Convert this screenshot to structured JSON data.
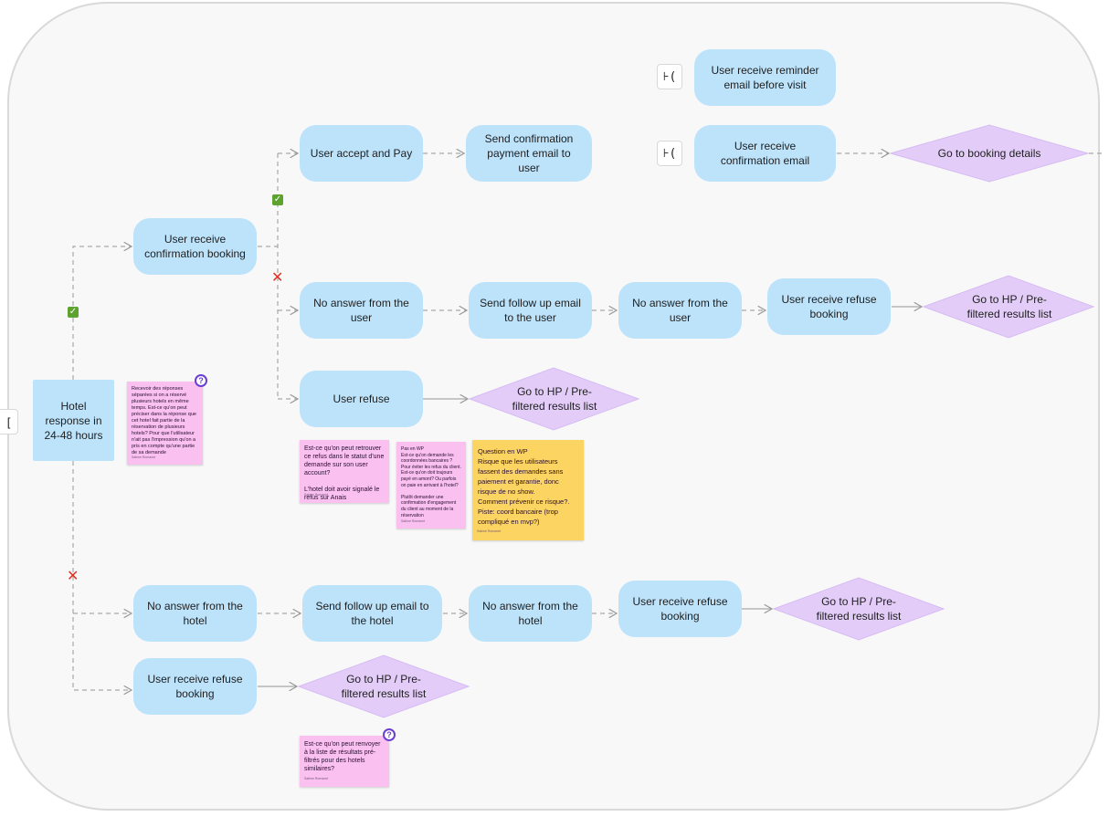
{
  "nodes": {
    "hotel_response": "Hotel response in 24-48 hours",
    "user_receive_confirmation_booking": "User receive confirmation booking",
    "user_accept_pay": "User accept and Pay",
    "send_confirmation_payment": "Send confirmation payment email to user",
    "user_receive_reminder": "User receive reminder email before visit",
    "user_receive_confirmation_email": "User receive confirmation email",
    "go_booking_details": "Go to booking details",
    "no_answer_user_1": "No answer from the user",
    "send_follow_up_user": "Send follow up email to the user",
    "no_answer_user_2": "No answer from the user",
    "user_receive_refuse_1": "User receive refuse booking",
    "go_hp_1": "Go to HP / Pre-filtered results list",
    "user_refuse": "User refuse",
    "go_hp_2": "Go to HP / Pre-filtered results list",
    "no_answer_hotel_1": "No answer from the hotel",
    "send_follow_up_hotel": "Send follow up email to the hotel",
    "no_answer_hotel_2": "No answer from the hotel",
    "user_receive_refuse_2": "User receive refuse booking",
    "go_hp_3": "Go to HP / Pre-filtered results list",
    "user_receive_refuse_3": "User receive refuse booking",
    "go_hp_4": "Go to HP / Pre-filtered results list"
  },
  "stickies": {
    "note_hotels": "Recevoir des réponses séparées si on a réservé plusieurs hotels en même temps. Est-ce qu'on peut préciser dans la réponse que cet hotel fait partie de la réservation de plusieurs hotels? Pour que l'utilisateur n'ait pas l'impression qu'on a pris en compte qu'une partie de sa demande",
    "note_hotels_author": "Sabine Romanet",
    "note_refus": "Est-ce qu'on peut retrouver ce refus dans le statut d'une demande sur son user account?\n\nL'hotel doit avoir signalé le refus sur Anais",
    "note_refus_author": "Sabine Romanet",
    "note_wp": "Pas en WP\nEst-ce qu'on demande les coordonnées bancaires ? Pour éviter les refus du client.\nEst-ce qu'on doit toujours payé en amont? Ou parfois on paie en arrivant à l'hotel?\n\nPlutôt demander une confirmation d'engagement du client au moment de la réservation",
    "note_wp_author": "Sabine Romanet",
    "note_question": "Question en WP\nRisque que les utilisateurs fassent des demandes sans paiement et garantie, donc risque de no show.\nComment prévenir ce risque?.\nPiste: coord bancaire (trop compliqué en mvp?)",
    "note_question_author": "Sabine Romanet",
    "note_similar": "Est-ce qu'on peut renvoyer à la liste de résultats pré-filtrés pour des hotels similaires?",
    "note_similar_author": "Sabine Romanet"
  },
  "icons": {
    "check": "✓",
    "cross": "✕",
    "question": "?",
    "email_glyph": "⊦(",
    "stub_glyph": "["
  },
  "colors": {
    "process": "#bde3fb",
    "decision": "#e3cdf8",
    "sticky_pink": "#f9c0f0",
    "sticky_yellow": "#fcd462",
    "check_green": "#5ea22f",
    "cross_red": "#e0342a"
  }
}
